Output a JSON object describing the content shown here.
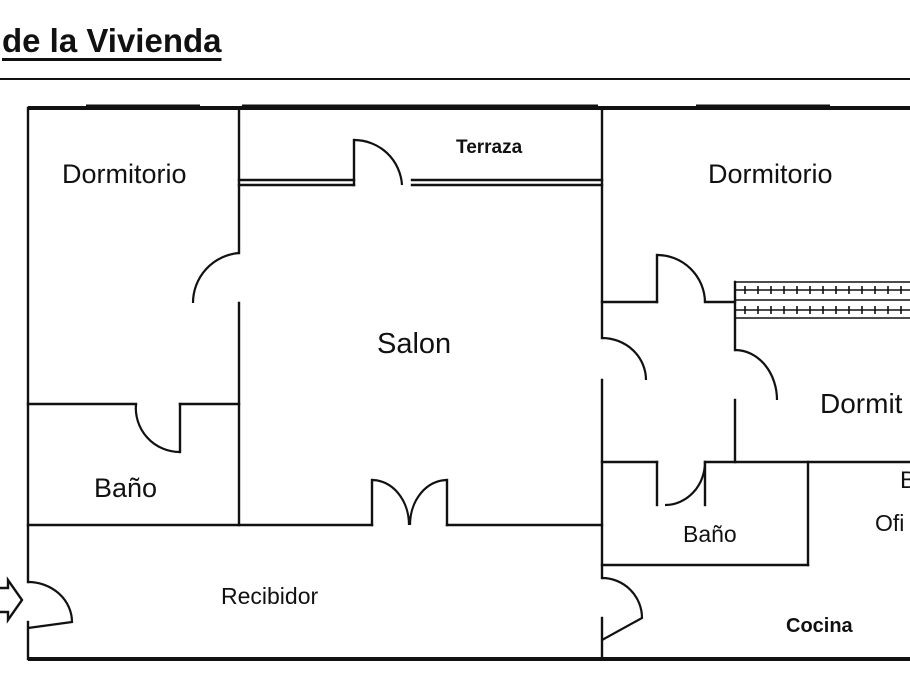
{
  "header": {
    "title": "de la Vivienda"
  },
  "rooms": {
    "dormitorio_left": "Dormitorio",
    "terraza": "Terraza",
    "dormitorio_right": "Dormitorio",
    "salon": "Salon",
    "dormitorio_partial": "Dormit",
    "bano_left": "Baño",
    "bano_right": "Baño",
    "b_partial": "B",
    "oficina_partial": "Ofi",
    "recibidor": "Recibidor",
    "cocina": "Cocina"
  }
}
